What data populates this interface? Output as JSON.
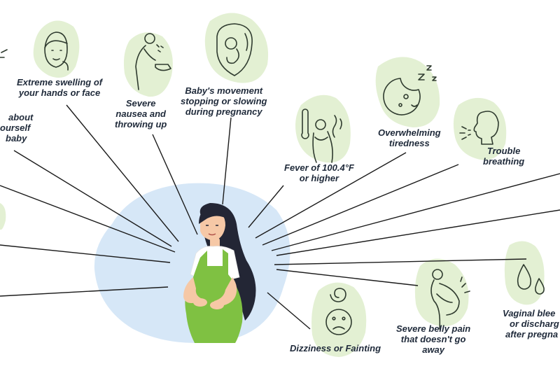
{
  "colors": {
    "blob_green": "#e3f0d3",
    "center_blue": "#d6e7f7",
    "line": "#1b1b1b",
    "icon_stroke": "#2f3b2f",
    "dress_green": "#7fc142",
    "hair": "#232635",
    "skin": "#f6c8a6"
  },
  "labels": {
    "swelling": [
      "Extreme swelling of",
      "your hands or face"
    ],
    "nausea": [
      "Severe",
      "nausea and",
      "throwing up"
    ],
    "baby_movement": [
      "Baby's movement",
      "stopping or slowing",
      "during pregnancy"
    ],
    "worry": [
      "about",
      "ourself",
      "baby"
    ],
    "fever": [
      "Fever of 100.4°F",
      "or higher"
    ],
    "tiredness": [
      "Overwhelming",
      "tiredness"
    ],
    "breathing": [
      "Trouble",
      "breathing"
    ],
    "belly_pain": [
      "Severe belly pain",
      "that doesn't go",
      "away"
    ],
    "dizziness": [
      "Dizziness or Fainting"
    ],
    "bleeding": [
      "Vaginal blee",
      "or discharg",
      "after pregna"
    ]
  },
  "icons": {
    "swelling": "swollen-face-icon",
    "nausea": "vomiting-person-icon",
    "baby_movement": "fetus-in-womb-icon",
    "fever": "thermometer-fever-icon",
    "tiredness": "sleepy-moon-icon",
    "breathing": "breathing-head-icon",
    "belly_pain": "pregnant-belly-pain-icon",
    "dizziness": "dizzy-face-icon",
    "bleeding": "droplets-icon",
    "center": "pregnant-woman-illustration"
  }
}
